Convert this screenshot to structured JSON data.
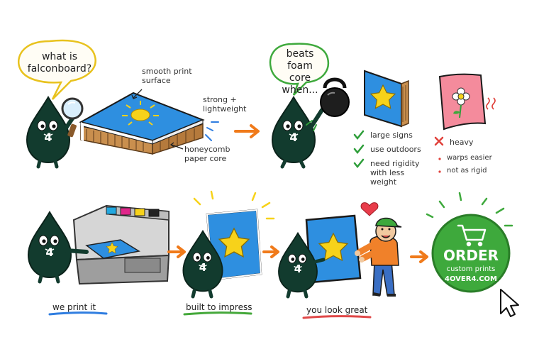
{
  "colors": {
    "drop": "#123b2e",
    "panel_blue": "#2e8fe0",
    "star_yellow": "#f7d21a",
    "arrow_orange": "#f07a1a",
    "order_green": "#3ea93c",
    "check_green": "#2e9e3a",
    "cross_red": "#e0403a",
    "underline_blue": "#2f7de0",
    "underline_green": "#44a83a",
    "underline_red": "#e04848"
  },
  "mascot_badge": "4",
  "intro": {
    "question": "what is falconboard?",
    "labels": {
      "surface": "smooth print surface",
      "strong": "strong + lightweight",
      "core": "honeycomb paper core"
    }
  },
  "compare": {
    "bubble": "beats foam core when...",
    "pros": [
      "large signs",
      "use outdoors",
      "need rigidity with less weight"
    ],
    "cons_title": "heavy",
    "cons": [
      "warps easier",
      "not as rigid"
    ]
  },
  "steps": {
    "print": "we print it",
    "built": "built to impress",
    "great": "you look great"
  },
  "order": {
    "title": "ORDER",
    "subtitle": "custom prints",
    "site": "4OVER4.COM"
  }
}
